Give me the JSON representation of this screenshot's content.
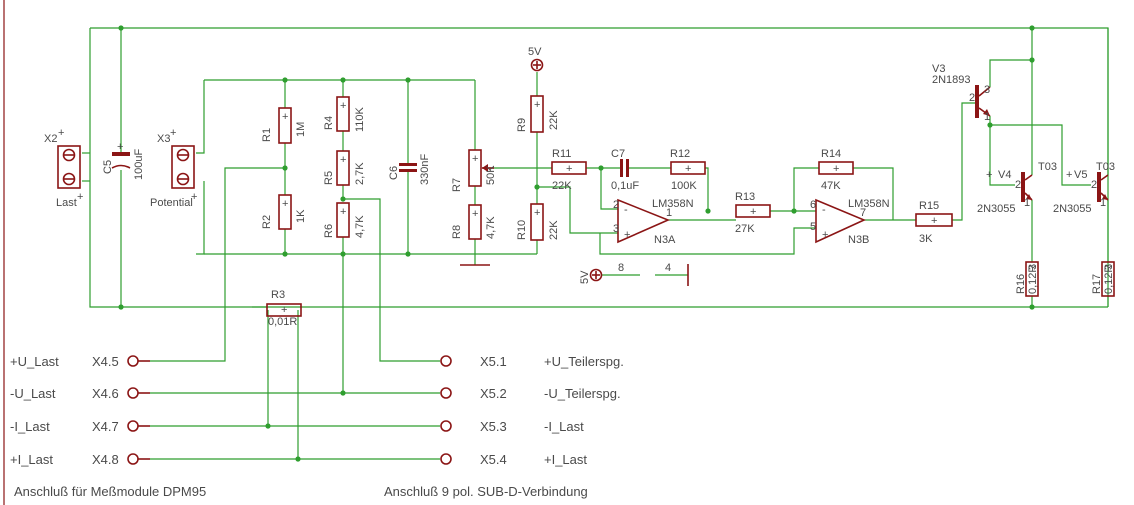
{
  "components": {
    "X2": {
      "ref": "X2",
      "sym": "+",
      "sub": "Last",
      "subsym": "+"
    },
    "X3": {
      "ref": "X3",
      "sym": "+",
      "sub": "Potential",
      "subsym": "+"
    },
    "C5": {
      "ref": "C5",
      "value": "100uF"
    },
    "R1": {
      "ref": "R1",
      "value": "1M"
    },
    "R2": {
      "ref": "R2",
      "value": "1K"
    },
    "R4": {
      "ref": "R4",
      "value": "110K"
    },
    "R5": {
      "ref": "R5",
      "value": "2,7K"
    },
    "R6": {
      "ref": "R6",
      "value": "4,7K"
    },
    "C6": {
      "ref": "C6",
      "value": "330nF"
    },
    "R7": {
      "ref": "R7",
      "value": "50K"
    },
    "R8": {
      "ref": "R8",
      "value": "4,7K"
    },
    "R9": {
      "ref": "R9",
      "value": "22K"
    },
    "R10": {
      "ref": "R10",
      "value": "22K"
    },
    "R11": {
      "ref": "R11",
      "value": "22K"
    },
    "C7": {
      "ref": "C7",
      "value": "0,1uF"
    },
    "R12": {
      "ref": "R12",
      "value": "100K"
    },
    "R13": {
      "ref": "R13",
      "value": "27K"
    },
    "R14": {
      "ref": "R14",
      "value": "47K"
    },
    "R15": {
      "ref": "R15",
      "value": "3K"
    },
    "R3": {
      "ref": "R3",
      "value": "0,01R"
    },
    "R16": {
      "ref": "R16",
      "value": "0,12R"
    },
    "R17": {
      "ref": "R17",
      "value": "0,12R"
    },
    "N3A": {
      "ref": "N3A",
      "type": "LM358N",
      "pin_out": "1",
      "pin_in2": "2",
      "pin_in3": "3"
    },
    "N3B": {
      "ref": "N3B",
      "type": "LM358N",
      "pin_out": "7",
      "pin_in6": "6",
      "pin_in5": "5"
    },
    "V3": {
      "ref": "V3",
      "type": "2N1893",
      "p1": "1",
      "p2": "2",
      "p3": "3"
    },
    "V4": {
      "ref": "V4",
      "type": "2N3055",
      "tag": "T03",
      "p1": "1",
      "p2": "2"
    },
    "V5": {
      "ref": "V5",
      "type": "2N3055",
      "tag": "T03",
      "p1": "1",
      "p2": "2"
    },
    "SUP1": {
      "label": "5V"
    },
    "SUP2": {
      "label": "5V",
      "pin8": "8",
      "pin4": "4"
    }
  },
  "signals": {
    "plus": "+",
    "minus": "-",
    "r16tag": "3",
    "r17tag": "3"
  },
  "connectors": {
    "left": [
      {
        "net": "+U_Last",
        "pin": "X4.5"
      },
      {
        "net": "-U_Last",
        "pin": "X4.6"
      },
      {
        "net": "-I_Last",
        "pin": "X4.7"
      },
      {
        "net": "+I_Last",
        "pin": "X4.8"
      }
    ],
    "right": [
      {
        "pin": "X5.1",
        "net": "+U_Teilerspg."
      },
      {
        "pin": "X5.2",
        "net": "-U_Teilerspg."
      },
      {
        "pin": "X5.3",
        "net": "-I_Last"
      },
      {
        "pin": "X5.4",
        "net": "+I_Last"
      }
    ]
  },
  "notes": {
    "left": "Anschluß für Meßmodule DPM95",
    "right": "Anschluß 9 pol. SUB-D-Verbindung"
  }
}
